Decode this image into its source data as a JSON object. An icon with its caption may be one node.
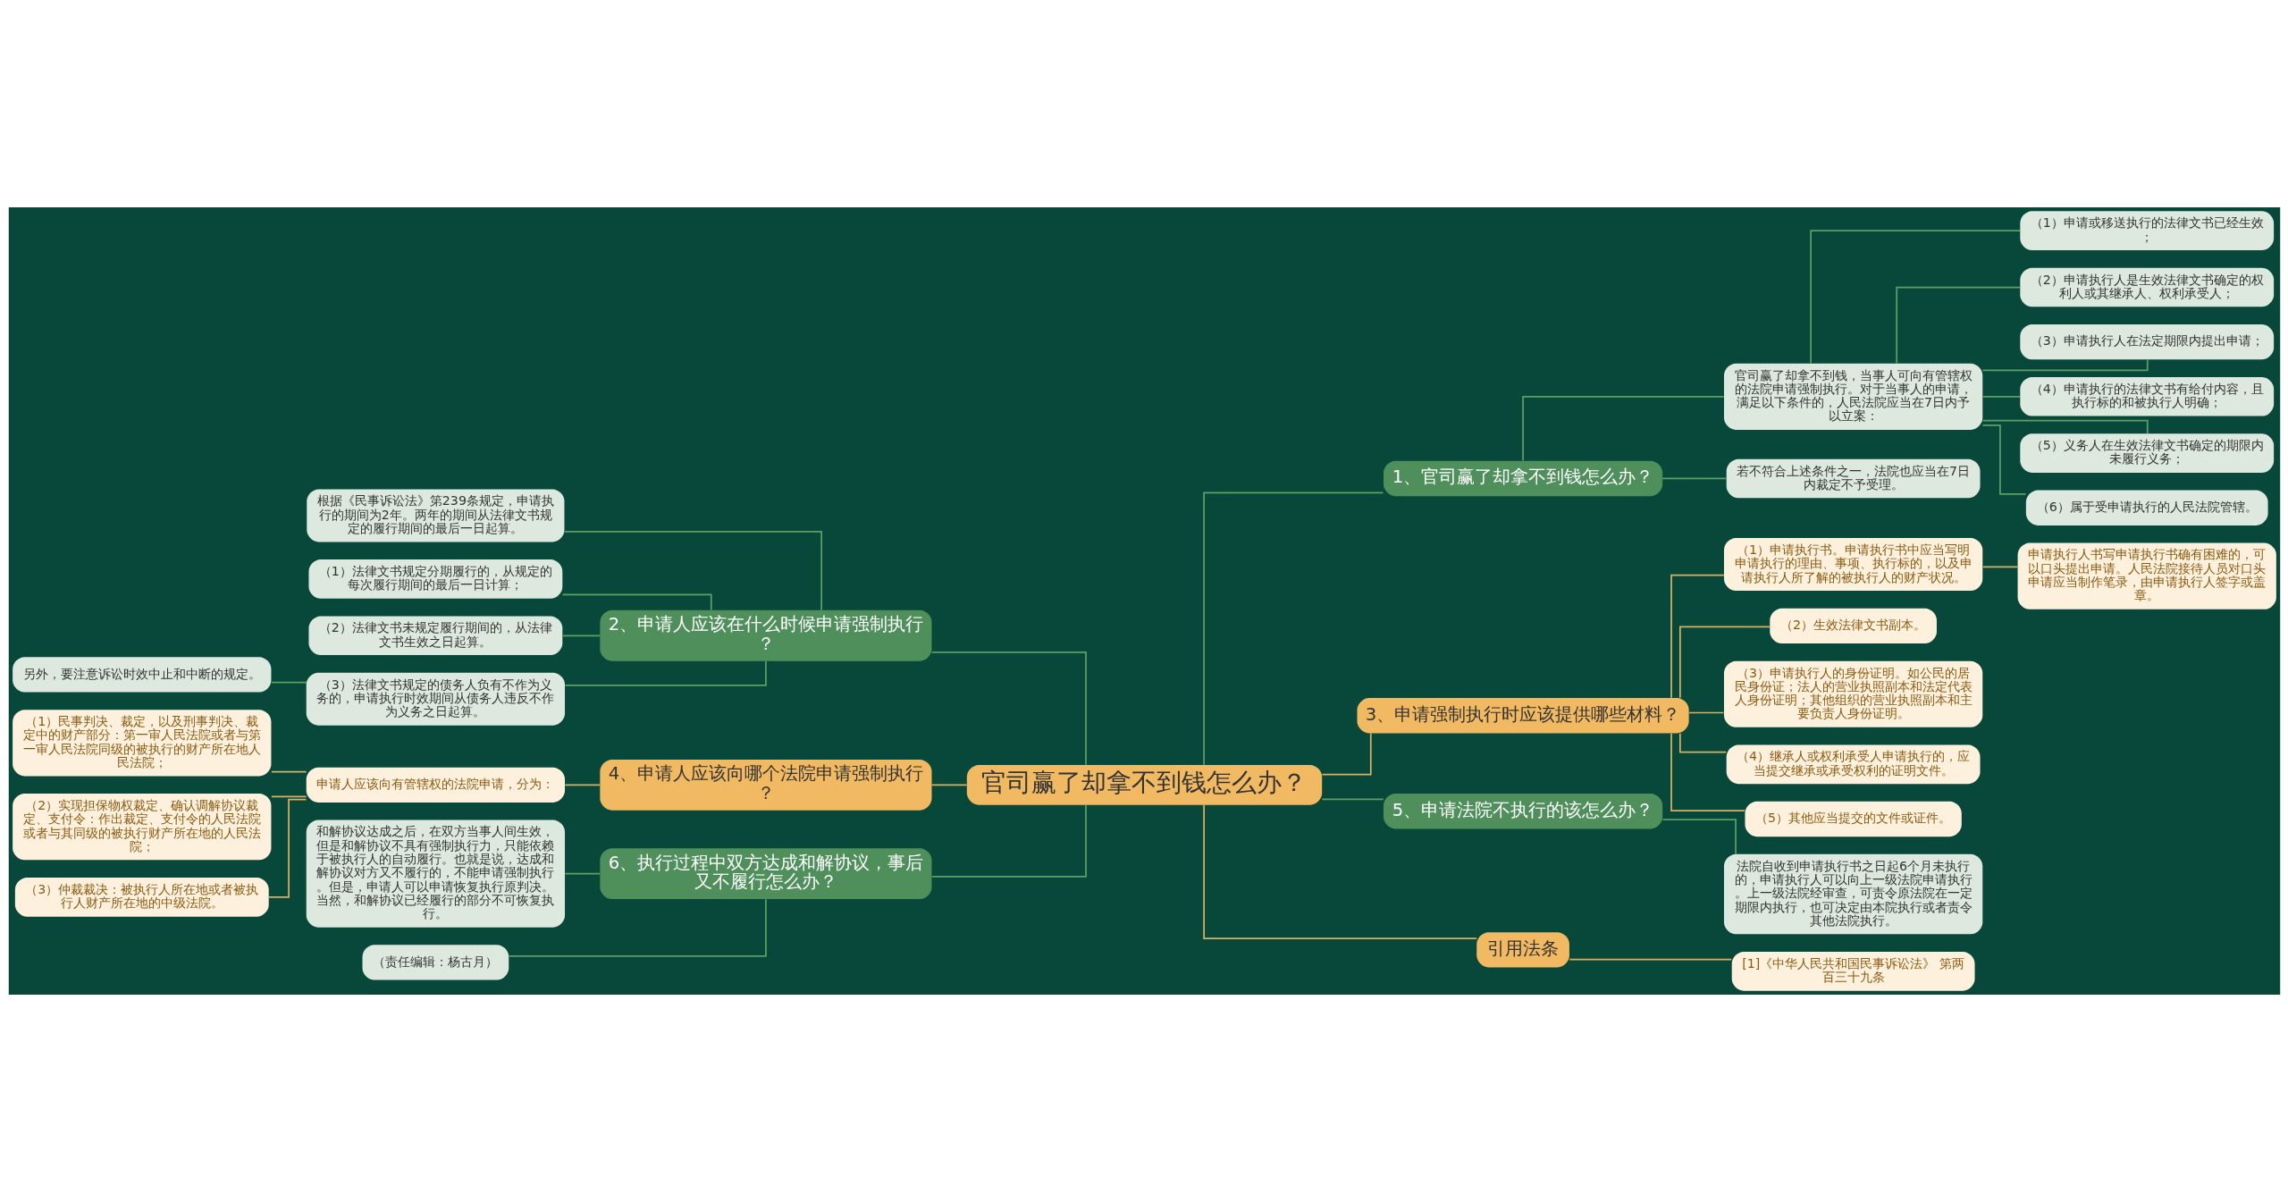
{
  "diagram": {
    "nodes": [
      {
        "text": [
          "官司赢了却拿不到钱怎么办？"
        ]
      },
      {
        "text": [
          "1、官司赢了却拿不到钱怎么办？"
        ]
      },
      {
        "text": [
          "官司赢了却拿不到钱，当事人可向有管辖权的法院申请强制执行。对于当事人的申请，满足以下条件的，人民法院应当在7日内予以立案："
        ]
      },
      {
        "text": [
          "（1）申请或移送执行的法律文书已经生效；"
        ]
      },
      {
        "text": [
          "（2）申请执行人是生效法律文书确定的权利人或其继承人、权利承受人；"
        ]
      },
      {
        "text": [
          "（3）申请执行人在法定期限内提出申请；"
        ]
      },
      {
        "text": [
          "（4）申请执行的法律文书有给付内容，且执行标的和被执行人明确；"
        ]
      },
      {
        "text": [
          "（5）义务人在生效法律文书确定的期限内未履行义务；"
        ]
      },
      {
        "text": [
          "（6）属于受申请执行的人民法院管辖。"
        ]
      },
      {
        "text": [
          "若不符合上述条件之一，法院也应当在7日内裁定不予受理。"
        ]
      },
      {
        "text": [
          "3、申请强制执行时应该提供哪些材料？"
        ]
      },
      {
        "text": [
          "（1）申请执行书。申请执行书中应当写明申请执行的理由、事项、执行标的，以及申请执行人所了解的被执行人的财产状况。"
        ]
      },
      {
        "text": [
          "申请执行人书写申请执行书确有困难的，可以口头提出申请。人民法院接待人员对口头申请应当制作笔录，由申请执行人签字或盖章。"
        ]
      },
      {
        "text": [
          "（2）生效法律文书副本。"
        ]
      },
      {
        "text": [
          "（3）申请执行人的身份证明。如公民的居民身份证；法人的营业执照副本和法定代表人身份证明；其他组织的营业执照副本和主要负责人身份证明。"
        ]
      },
      {
        "text": [
          "（4）继承人或权利承受人申请执行的，应当提交继承或承受权利的证明文件。"
        ]
      },
      {
        "text": [
          "（5）其他应当提交的文件或证件。"
        ]
      },
      {
        "text": [
          "5、申请法院不执行的该怎么办？"
        ]
      },
      {
        "text": [
          "法院自收到申请执行书之日起6个月未执行的，申请执行人可以向上一级法院申请执行。上一级法院经审查，可责令原法院在一定期限内执行，也可决定由本院执行或者责令其他法院执行。"
        ]
      },
      {
        "text": [
          "引用法条"
        ]
      },
      {
        "text": [
          "[1]《中华人民共和国民事诉讼法》 第两百三十九条"
        ]
      },
      {
        "text": [
          "2、申请人应该在什么时候申请强制执行？"
        ]
      },
      {
        "text": [
          "根据《民事诉讼法》第239条规定，申请执行的期间为2年。两年的期间从法律文书规定的履行期间的最后一日起算。"
        ]
      },
      {
        "text": [
          "（1）法律文书规定分期履行的，从规定的每次履行期间的最后一日计算；"
        ]
      },
      {
        "text": [
          "（2）法律文书未规定履行期间的，从法律文书生效之日起算。"
        ]
      },
      {
        "text": [
          "（3）法律文书规定的债务人负有不作为义务的，申请执行时效期间从债务人违反不作为义务之日起算。"
        ]
      },
      {
        "text": [
          "另外，要注意诉讼时效中止和中断的规定。"
        ]
      },
      {
        "text": [
          "4、申请人应该向哪个法院申请强制执行？"
        ]
      },
      {
        "text": [
          "申请人应该向有管辖权的法院申请，分为："
        ]
      },
      {
        "text": [
          "（1）民事判决、裁定，以及刑事判决、裁定中的财产部分：第一审人民法院或者与第一审人民法院同级的被执行的财产所在地人民法院；"
        ]
      },
      {
        "text": [
          "（2）实现担保物权裁定、确认调解协议裁定、支付令：作出裁定、支付令的人民法院或者与其同级的被执行财产所在地的人民法院；"
        ]
      },
      {
        "text": [
          "（3）仲裁裁决：被执行人所在地或者被执行人财产所在地的中级法院。"
        ]
      },
      {
        "text": [
          "6、执行过程中双方达成和解协议，事后又不履行怎么办？"
        ]
      },
      {
        "text": [
          "和解协议达成之后，在双方当事人间生效，但是和解协议不具有强制执行力，只能依赖于被执行人的自动履行。也就是说，达成和解协议对方又不履行的，不能申请强制执行。但是，申请人可以申请恢复执行原判决。当然，和解协议已经履行的部分不可恢复执行。"
        ]
      },
      {
        "text": [
          "（责任编辑：杨古月）"
        ]
      }
    ],
    "edges": [
      {
        "from": 0,
        "to": 1,
        "arrow": "none"
      },
      {
        "from": 1,
        "to": 2,
        "arrow": "none"
      },
      {
        "from": 2,
        "to": 3,
        "arrow": "none"
      },
      {
        "from": 2,
        "to": 4,
        "arrow": "none"
      },
      {
        "from": 2,
        "to": 5,
        "arrow": "none"
      },
      {
        "from": 2,
        "to": 6,
        "arrow": "none"
      },
      {
        "from": 2,
        "to": 7,
        "arrow": "none"
      },
      {
        "from": 2,
        "to": 8,
        "arrow": "none"
      },
      {
        "from": 1,
        "to": 9,
        "arrow": "none"
      },
      {
        "from": 0,
        "to": 10,
        "arrow": "none",
        "color": "#d9b062"
      },
      {
        "from": 10,
        "to": 11,
        "arrow": "none",
        "color": "#d9b062"
      },
      {
        "from": 11,
        "to": 12,
        "arrow": "none",
        "color": "#d9b062"
      },
      {
        "from": 10,
        "to": 13,
        "arrow": "none",
        "color": "#d9b062"
      },
      {
        "from": 10,
        "to": 14,
        "arrow": "none",
        "color": "#d9b062"
      },
      {
        "from": 10,
        "to": 15,
        "arrow": "none",
        "color": "#d9b062"
      },
      {
        "from": 10,
        "to": 16,
        "arrow": "none",
        "color": "#d9b062"
      },
      {
        "from": 0,
        "to": 17,
        "arrow": "none"
      },
      {
        "from": 17,
        "to": 18,
        "arrow": "none"
      },
      {
        "from": 0,
        "to": 19,
        "arrow": "none",
        "color": "#d9b062"
      },
      {
        "from": 19,
        "to": 20,
        "arrow": "none",
        "color": "#d9b062"
      },
      {
        "from": 0,
        "to": 21,
        "arrow": "none"
      },
      {
        "from": 21,
        "to": 22,
        "arrow": "none"
      },
      {
        "from": 21,
        "to": 23,
        "arrow": "none"
      },
      {
        "from": 21,
        "to": 24,
        "arrow": "none"
      },
      {
        "from": 21,
        "to": 25,
        "arrow": "none"
      },
      {
        "from": 25,
        "to": 26,
        "arrow": "none"
      },
      {
        "from": 0,
        "to": 27,
        "arrow": "none",
        "color": "#d9b062"
      },
      {
        "from": 27,
        "to": 28,
        "arrow": "none",
        "color": "#d9b062"
      },
      {
        "from": 28,
        "to": 29,
        "arrow": "none",
        "color": "#d9b062"
      },
      {
        "from": 28,
        "to": 30,
        "arrow": "none",
        "color": "#d9b062"
      },
      {
        "from": 28,
        "to": 31,
        "arrow": "none",
        "color": "#d9b062"
      },
      {
        "from": 0,
        "to": 32,
        "arrow": "none"
      },
      {
        "from": 32,
        "to": 33,
        "arrow": "none"
      },
      {
        "from": 32,
        "to": 34,
        "arrow": "none"
      }
    ]
  }
}
